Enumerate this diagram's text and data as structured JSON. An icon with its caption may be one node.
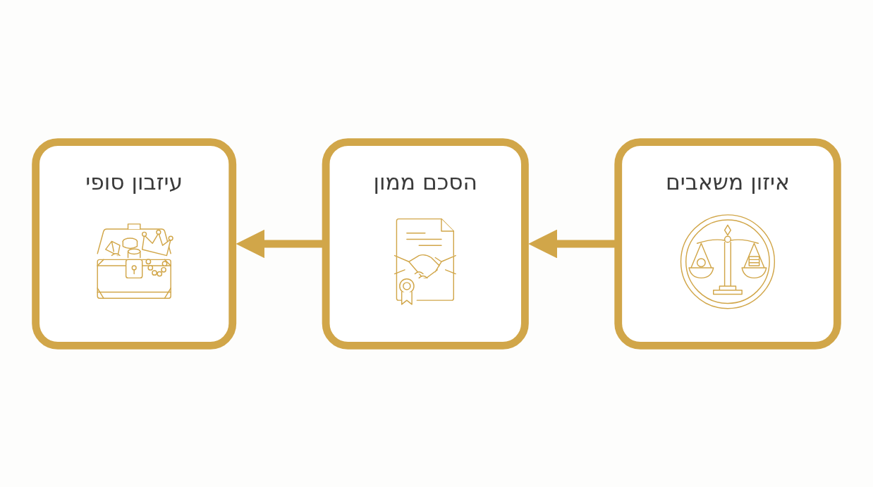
{
  "diagram": {
    "nodes": [
      {
        "text": [
          "איזון משאבים"
        ]
      },
      {
        "text": [
          "הסכם ממון"
        ]
      },
      {
        "text": [
          "עיזבון סופי"
        ]
      }
    ],
    "edges": [
      {
        "from": 0,
        "to": 1,
        "arrow": "to"
      },
      {
        "from": 1,
        "to": 2,
        "arrow": "to"
      }
    ]
  }
}
